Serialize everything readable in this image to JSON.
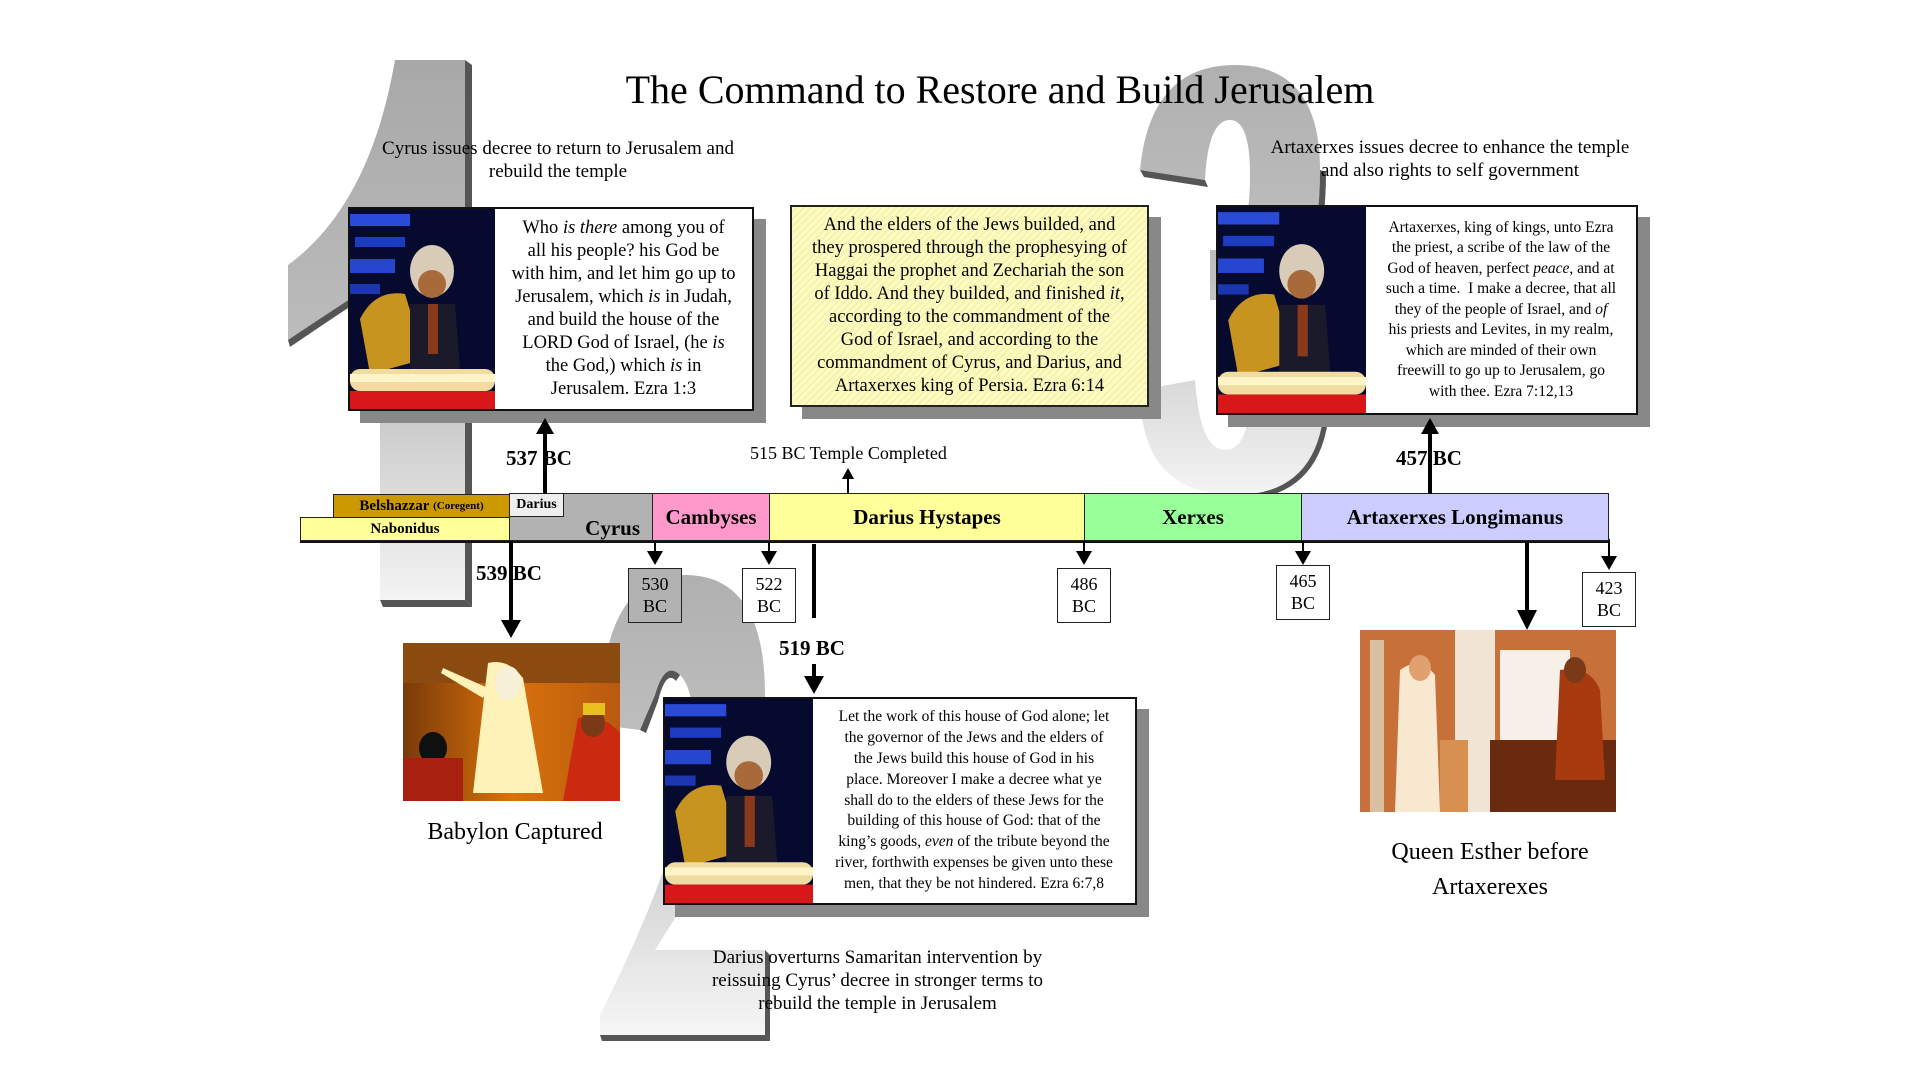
{
  "title": "The Command to Restore and Build Jerusalem",
  "background_numerals": [
    "1",
    "2",
    "3"
  ],
  "decrees": [
    {
      "number": "1",
      "caption": "Cyrus issues decree to return to Jerusalem and rebuild the temple",
      "date": "537 BC",
      "image": "scribe-writing-scroll",
      "quote_lines": [
        "Who <i>is there</i> among you of",
        "all his people? his God be",
        "with him, and let him go up to",
        "Jerusalem, which <i>is</i> in Judah,",
        "and build the house of the",
        "LORD God of Israel, (he <i>is</i>",
        "the God,) which <i>is</i> in",
        "Jerusalem. Ezra 1:3"
      ]
    },
    {
      "number": "2",
      "caption": "Darius overturns Samaritan intervention by reissuing Cyrus’ decree in stronger terms to rebuild the temple in Jerusalem",
      "date": "519 BC",
      "image": "scribe-writing-scroll",
      "quote_lines": [
        "Let the work of this house of God alone; let",
        "the governor of the Jews and the elders of",
        "the Jews build this house of God in his",
        "place. Moreover I make a decree what ye",
        "shall do to the elders of these Jews for the",
        "building of this house of God: that of the",
        "king’s goods, <i>even</i> of the tribute beyond the",
        "river, forthwith expenses be given unto these",
        "men, that they be not hindered. Ezra 6:7,8"
      ]
    },
    {
      "number": "3",
      "caption": "Artaxerxes issues decree to enhance the temple and also rights to self government",
      "date": "457 BC",
      "image": "scribe-writing-scroll",
      "quote_lines": [
        "Artaxerxes, king of kings, unto Ezra",
        "the priest, a scribe of the law of the",
        "God of heaven, perfect <i>peace</i>, and at",
        "such a time.  I make a decree, that all",
        "they of the people of Israel, and <i>of</i>",
        "his priests and Levites, in my realm,",
        "which are minded of their own",
        "freewill to go up to Jerusalem, go",
        "with thee. Ezra 7:12,13"
      ]
    }
  ],
  "temple_note": {
    "quote_lines": [
      "And the elders of the Jews builded, and",
      "they prospered through the prophesying of",
      "Haggai the prophet and Zechariah the son",
      "of Iddo. And they builded, and finished <i>it</i>,",
      "according to the commandment of the",
      "God of Israel, and according to the",
      "commandment of Cyrus, and Darius, and",
      "Artaxerxes king of Persia. Ezra 6:14"
    ],
    "label": "515 BC Temple Completed"
  },
  "timeline": {
    "reigns": [
      {
        "name": "Nabonidus",
        "color": "#ffff99"
      },
      {
        "name": "Belshazzar",
        "suffix": "(Coregent)",
        "color": "#cc9900"
      },
      {
        "name": "Darius",
        "color": "#eeeeee"
      },
      {
        "name": "Cyrus",
        "color": "#b2b2b2"
      },
      {
        "name": "Cambyses",
        "color": "#ff99cc"
      },
      {
        "name": "Darius Hystapes",
        "color": "#ffff99"
      },
      {
        "name": "Xerxes",
        "color": "#99ff99"
      },
      {
        "name": "Artaxerxes Longimanus",
        "color": "#ccccff"
      }
    ],
    "boundary_dates": [
      {
        "year": "530",
        "era": "BC"
      },
      {
        "year": "522",
        "era": "BC"
      },
      {
        "year": "486",
        "era": "BC"
      },
      {
        "year": "465",
        "era": "BC"
      },
      {
        "year": "423",
        "era": "BC"
      }
    ],
    "events": [
      {
        "date": "539 BC",
        "label": "Babylon Captured",
        "image": "daniel-at-belshazzar-feast"
      },
      {
        "date": "",
        "label": "Queen Esther  before Artaxerexes",
        "label_lines": [
          "Queen Esther  before",
          "Artaxerexes"
        ],
        "image": "esther-before-king"
      }
    ]
  }
}
